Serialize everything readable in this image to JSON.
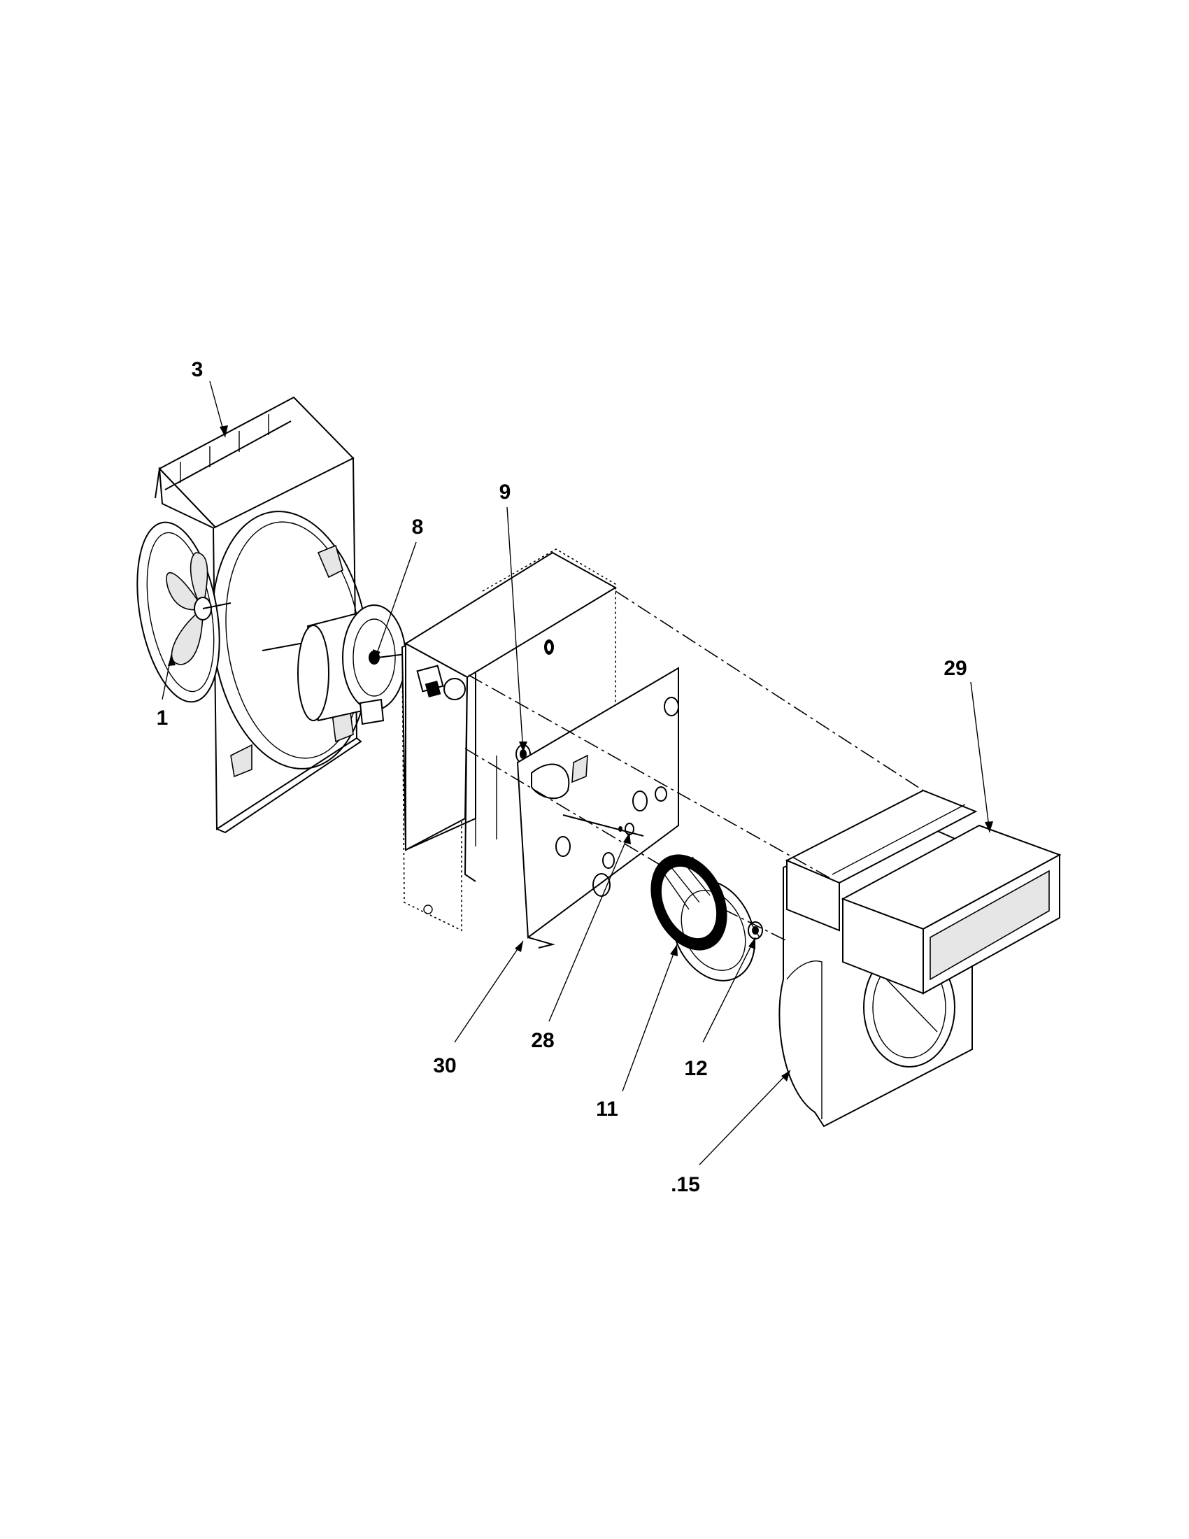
{
  "callouts": [
    {
      "id": "1",
      "text": "1"
    },
    {
      "id": "3",
      "text": "3"
    },
    {
      "id": "8",
      "text": "8"
    },
    {
      "id": "9",
      "text": "9"
    },
    {
      "id": "11",
      "text": "11"
    },
    {
      "id": "12",
      "text": "12"
    },
    {
      "id": "15",
      "text": ".15"
    },
    {
      "id": "28",
      "text": "28"
    },
    {
      "id": "29",
      "text": "29"
    },
    {
      "id": "30",
      "text": "30"
    }
  ]
}
